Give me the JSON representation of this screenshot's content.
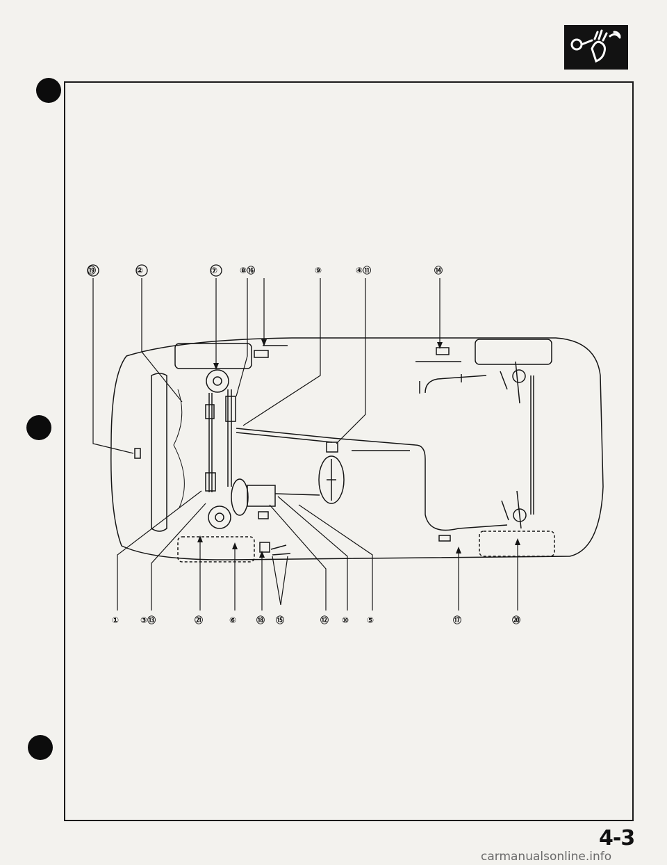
{
  "document": {
    "page_number": "4-3",
    "watermark": "carmanualsonline.info",
    "icon": "wrench-hand-icon"
  },
  "callouts": {
    "top": [
      "⑲",
      "②",
      "⑦",
      "⑧⑯",
      "⑨",
      "④⑪",
      "⑭"
    ],
    "bottom": [
      "①",
      "③⑬",
      "㉑",
      "⑥",
      "⑱",
      "⑮",
      "⑫",
      "⑩",
      "⑤",
      "⑰",
      "⑳"
    ]
  }
}
